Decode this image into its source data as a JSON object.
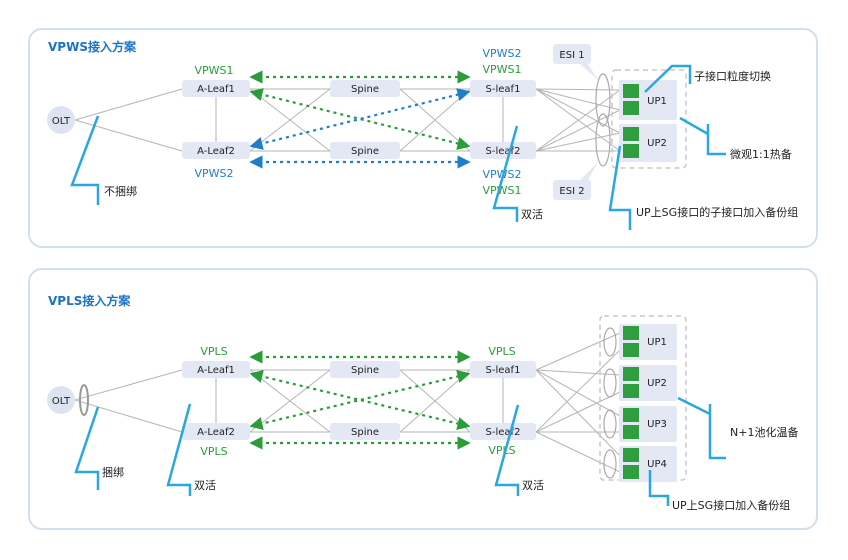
{
  "panels": [
    {
      "title": "VPWS接入方案",
      "olt": "OLT",
      "a_leaf1": "A-Leaf1",
      "a_leaf2": "A-Leaf2",
      "spine_top": "Spine",
      "spine_bottom": "Spine",
      "s_leaf1": "S-leaf1",
      "s_leaf2": "S-leaf2",
      "a_leaf1_tag": "VPWS1",
      "a_leaf2_tag": "VPWS2",
      "s_leaf1_tag_top": "VPWS2",
      "s_leaf1_tag_bottom": "VPWS1",
      "s_leaf2_tag_top": "VPWS2",
      "s_leaf2_tag_bottom": "VPWS1",
      "esi1": "ESI 1",
      "esi2": "ESI 2",
      "up1": "UP1",
      "up2": "UP2",
      "callout_unbound": "不捆绑",
      "callout_dual_active": "双活",
      "callout_subif_switch": "子接口粒度切换",
      "callout_hot_standby": "微观1:1热备",
      "callout_backup_group": "UP上SG接口的子接口加入备份组"
    },
    {
      "title": "VPLS接入方案",
      "olt": "OLT",
      "a_leaf1": "A-Leaf1",
      "a_leaf2": "A-Leaf2",
      "spine_top": "Spine",
      "spine_bottom": "Spine",
      "s_leaf1": "S-leaf1",
      "s_leaf2": "S-leaf2",
      "a_leaf1_tag": "VPLS",
      "a_leaf2_tag": "VPLS",
      "s_leaf1_tag": "VPLS",
      "s_leaf2_tag": "VPLS",
      "up1": "UP1",
      "up2": "UP2",
      "up3": "UP3",
      "up4": "UP4",
      "callout_bound": "捆绑",
      "callout_dual_active_left": "双活",
      "callout_dual_active_right": "双活",
      "callout_pool": "N+1池化温备",
      "callout_backup_group": "UP上SG接口加入备份组"
    }
  ],
  "colors": {
    "green": "#2a9d3a",
    "blue": "#1e7fc8",
    "callout": "#2aa7e0",
    "node_fill": "#e4e8f4",
    "port_green": "#2e9e3e",
    "line_gray": "#b5b5b5",
    "panel_border": "#d3dfec"
  }
}
